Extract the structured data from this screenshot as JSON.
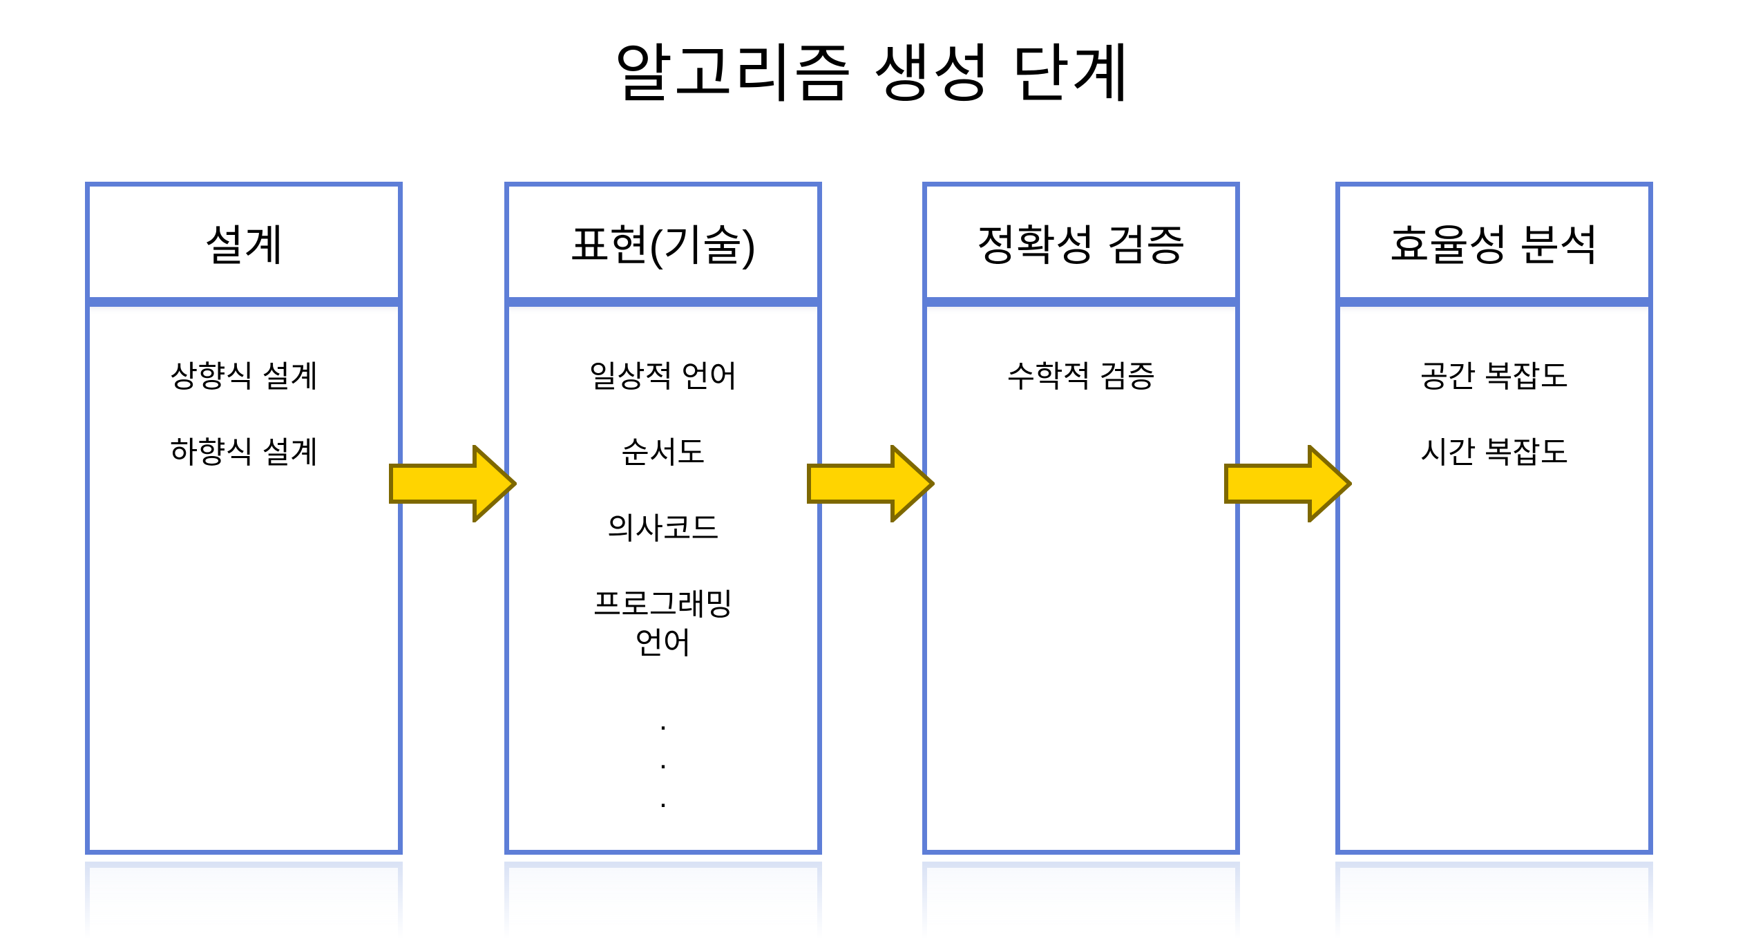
{
  "title": "알고리즘 생성 단계",
  "columns": [
    {
      "id": "design",
      "header": "설계",
      "items": [
        "상향식 설계",
        "하향식 설계"
      ]
    },
    {
      "id": "expression",
      "header": "표현(기술)",
      "items": [
        "일상적 언어",
        "순서도",
        "의사코드",
        "프로그래밍\n언어",
        ".",
        ".",
        "."
      ]
    },
    {
      "id": "correctness",
      "header": "정확성 검증",
      "items": [
        "수학적 검증"
      ]
    },
    {
      "id": "efficiency",
      "header": "효율성 분석",
      "items": [
        "공간 복잡도",
        "시간 복잡도"
      ]
    }
  ],
  "arrows": [
    {
      "name": "arrow-design-to-expression"
    },
    {
      "name": "arrow-expression-to-correctness"
    },
    {
      "name": "arrow-correctness-to-efficiency"
    }
  ],
  "colors": {
    "box_border": "#5E7ED7",
    "reflection": "#D7E0F4",
    "arrow_fill": "#FFD400",
    "arrow_stroke": "#7E6800",
    "text": "#000000",
    "background": "#FFFFFF"
  }
}
